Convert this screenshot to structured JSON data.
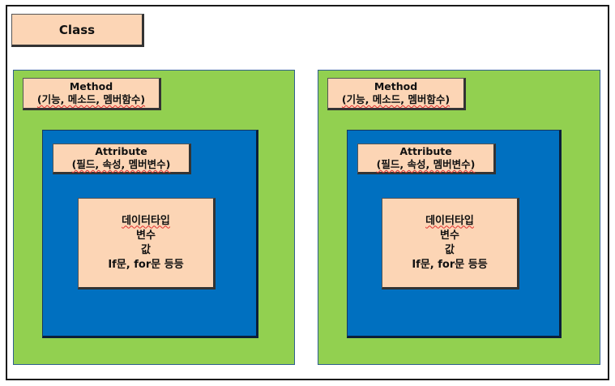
{
  "class_label": "Class",
  "groups": [
    {
      "method_title": "Method",
      "method_sub": "(기능, 메소드, 멤버함수)",
      "attribute_title": "Attribute",
      "attribute_sub": "(필드, 속성, 멤버변수)",
      "content_lines": [
        "데이터타입",
        "변수",
        "값",
        "If문, for문 등등"
      ]
    },
    {
      "method_title": "Method",
      "method_sub": "(기능, 메소드, 멤버함수)",
      "attribute_title": "Attribute",
      "attribute_sub": "(필드, 속성, 멤버변수)",
      "content_lines": [
        "데이터타입",
        "변수",
        "값",
        "If문, for문 등등"
      ]
    }
  ],
  "colors": {
    "method_area": "#92d050",
    "attribute_area": "#0070c0",
    "label_fill": "#fcd5b5"
  }
}
